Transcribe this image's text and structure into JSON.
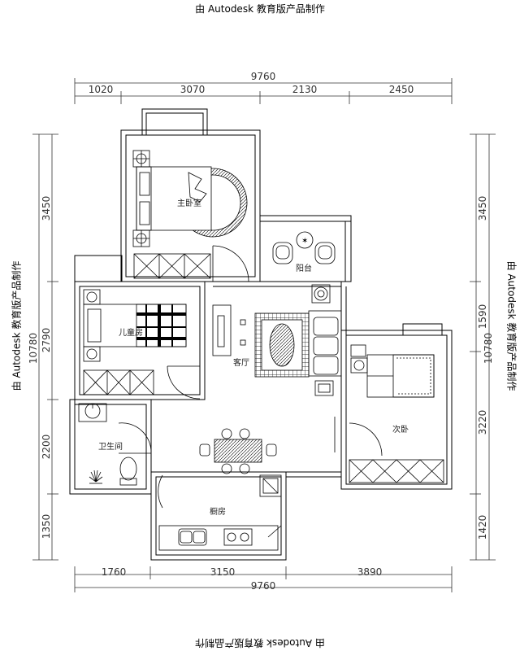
{
  "watermark": "由 Autodesk 教育版产品制作",
  "dimensions": {
    "top_total": "9760",
    "top_segments": [
      "1020",
      "3070",
      "2130",
      "2450"
    ],
    "bottom_total": "9760",
    "bottom_segments": [
      "1760",
      "3150",
      "3890"
    ],
    "left_total": "10780",
    "left_segments": [
      "3450",
      "2790",
      "2200",
      "1350"
    ],
    "right_total": "10780",
    "right_segments": [
      "3450",
      "1590",
      "3220",
      "1420"
    ]
  },
  "rooms": {
    "master_bedroom": "主卧室",
    "balcony": "阳台",
    "kids_room": "儿童房",
    "living_room": "客厅",
    "second_bedroom": "次卧",
    "bathroom": "卫生间",
    "kitchen": "橱房"
  }
}
